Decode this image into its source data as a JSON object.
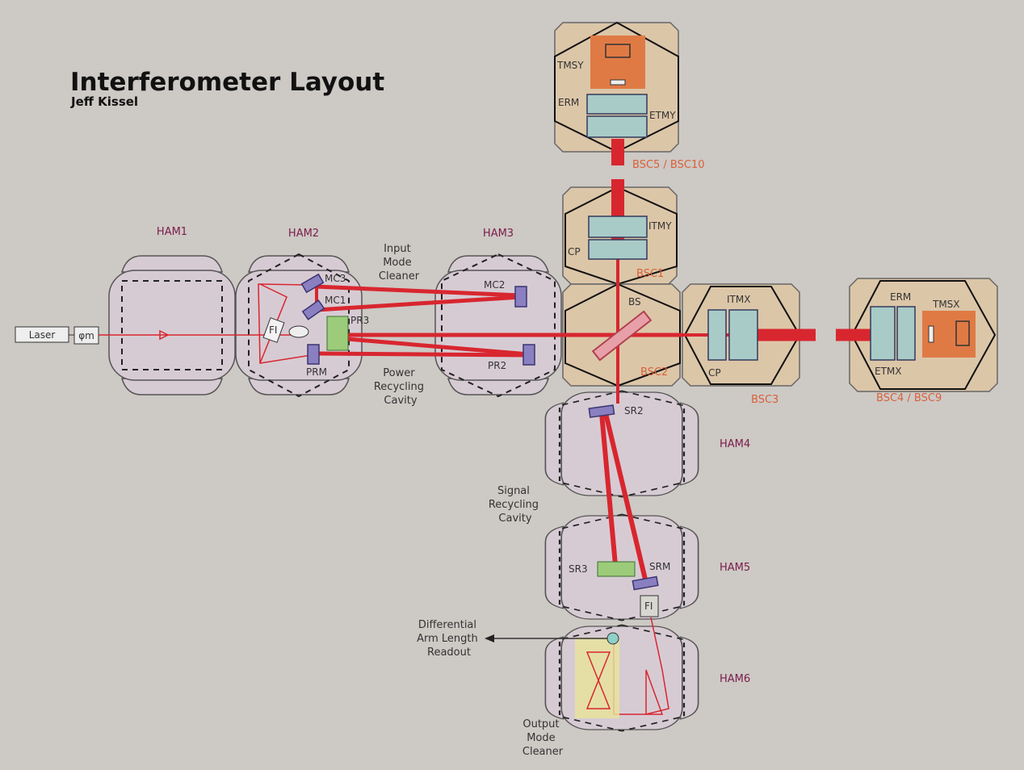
{
  "title": "Interferometer Layout",
  "author": "Jeff Kissel",
  "input": {
    "laser": "Laser",
    "modulator": "φm"
  },
  "chambers": {
    "ham1": "HAM1",
    "ham2": "HAM2",
    "ham3": "HAM3",
    "ham4": "HAM4",
    "ham5": "HAM5",
    "ham6": "HAM6",
    "bsc1": "BSC1",
    "bsc2": "BSC2",
    "bsc3": "BSC3",
    "bsc4_9": "BSC4 / BSC9",
    "bsc5_10": "BSC5 / BSC10"
  },
  "optics": {
    "mc1": "MC1",
    "mc2": "MC2",
    "mc3": "MC3",
    "pr3": "PR3",
    "prm": "PRM",
    "pr2": "PR2",
    "fi_input": "FI",
    "bs": "BS",
    "itmx": "ITMX",
    "itmy": "ITMY",
    "cp_x": "CP",
    "cp_y": "CP",
    "erm_x": "ERM",
    "erm_y": "ERM",
    "etmx": "ETMX",
    "etmy": "ETMY",
    "tmsx": "TMSX",
    "tmsy": "TMSY",
    "sr2": "SR2",
    "sr3": "SR3",
    "srm": "SRM",
    "fi_output": "FI"
  },
  "annotations": {
    "input_mode_cleaner": [
      "Input",
      "Mode",
      "Cleaner"
    ],
    "power_recycling_cavity": [
      "Power",
      "Recycling",
      "Cavity"
    ],
    "signal_recycling_cavity": [
      "Signal",
      "Recycling",
      "Cavity"
    ],
    "darm_readout": [
      "Differential",
      "Arm Length",
      "Readout"
    ],
    "output_mode_cleaner": [
      "Output",
      "Mode",
      "Cleaner"
    ]
  },
  "colors": {
    "beam": "#d8262f",
    "ham": "#d7cbd3",
    "bsc": "#dcc6a8",
    "test_mass": "#a9cbc8",
    "tms": "#e07a45",
    "bsc_label": "#d9603a",
    "ham_label": "#7a1c4a"
  }
}
